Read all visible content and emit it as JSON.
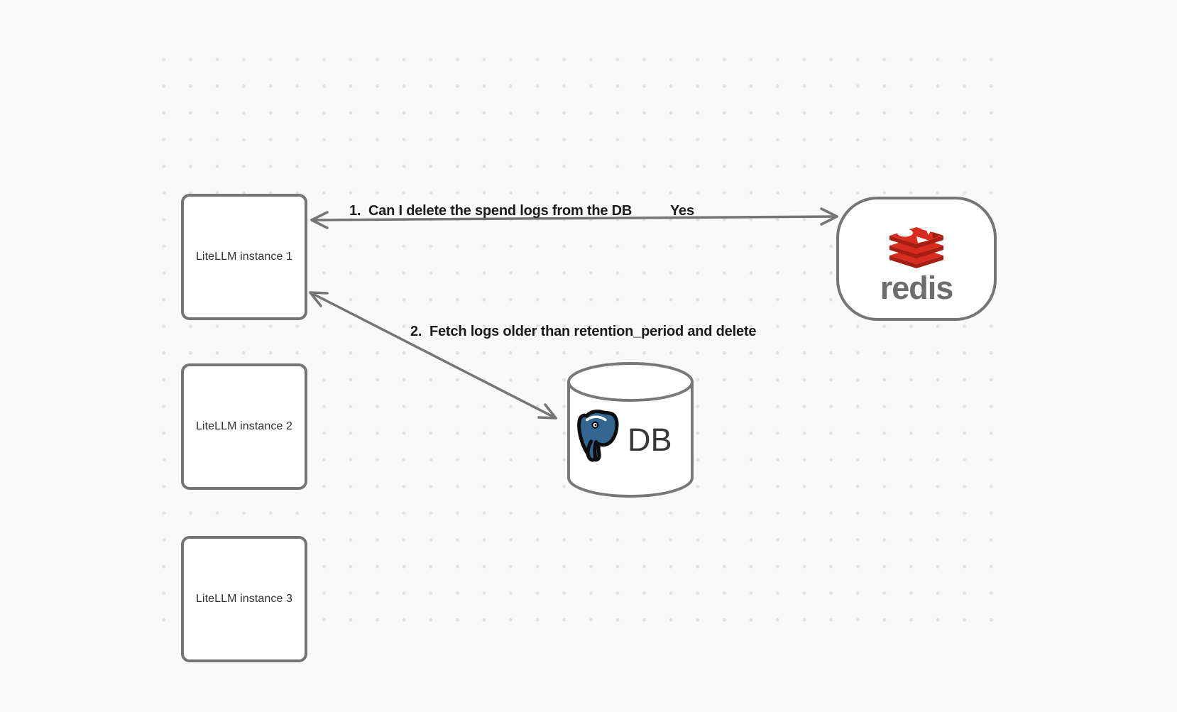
{
  "canvas": {
    "background": "#f9f9f9",
    "dot_color": "#e3e3e3",
    "stroke_color": "#757575",
    "label_text_color": "#1b1b1b"
  },
  "nodes": {
    "instances": [
      {
        "label": "LiteLLM instance 1"
      },
      {
        "label": "LiteLLM instance 2"
      },
      {
        "label": "LiteLLM instance 3"
      }
    ],
    "redis": {
      "wordmark": "redis",
      "icon": "redis-stack-icon",
      "red": "#d82c20",
      "dark_red": "#a41e11",
      "wordmark_color": "#6d6d6d"
    },
    "db": {
      "label": "DB",
      "icon": "postgresql-elephant-icon",
      "postgres_blue": "#336791"
    }
  },
  "edges": {
    "redis_query": {
      "label": "1.  Can I delete the spend logs from the DB",
      "response": "Yes"
    },
    "db_fetch": {
      "label": "2.  Fetch logs older than retention_period and delete"
    }
  }
}
